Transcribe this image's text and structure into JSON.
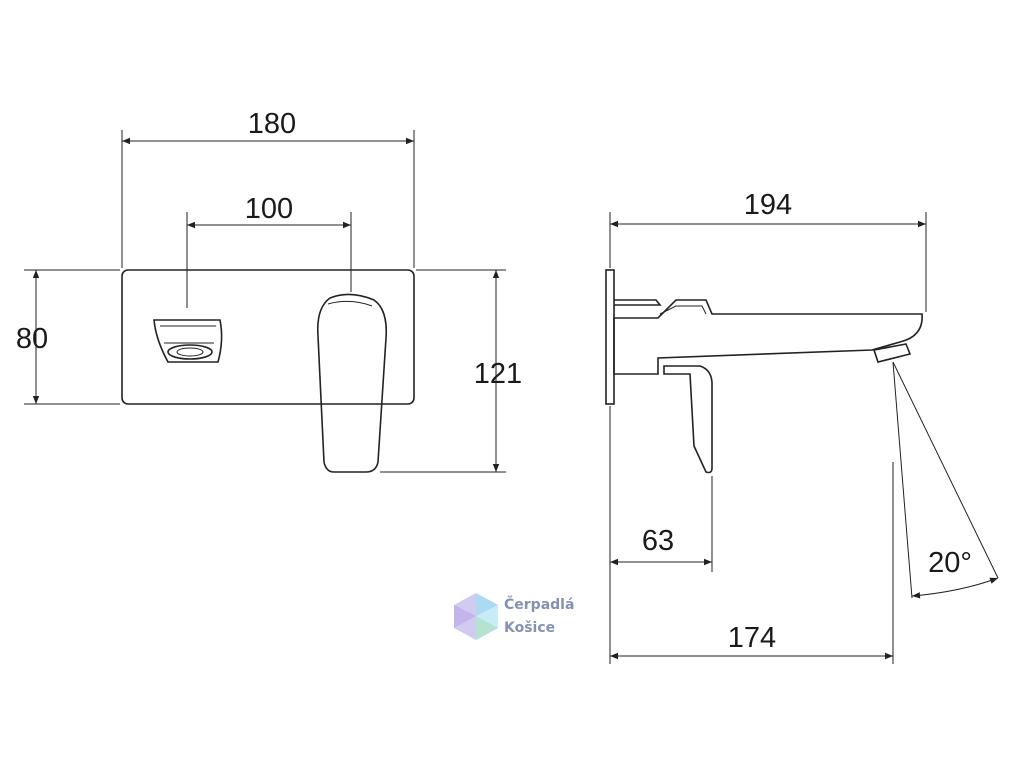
{
  "dimensions": {
    "front_width": "180",
    "spindle_spacing": "100",
    "plate_height": "80",
    "total_height": "121",
    "spout_length": "194",
    "wall_to_lever": "63",
    "wall_to_outlet": "174",
    "spray_angle": "20°"
  },
  "watermark": {
    "line1": "Čerpadlá",
    "line2": "Košice",
    "colors": [
      "#9fd4f2",
      "#b9a7e6",
      "#a8e0c9",
      "#c9c3ef"
    ]
  }
}
